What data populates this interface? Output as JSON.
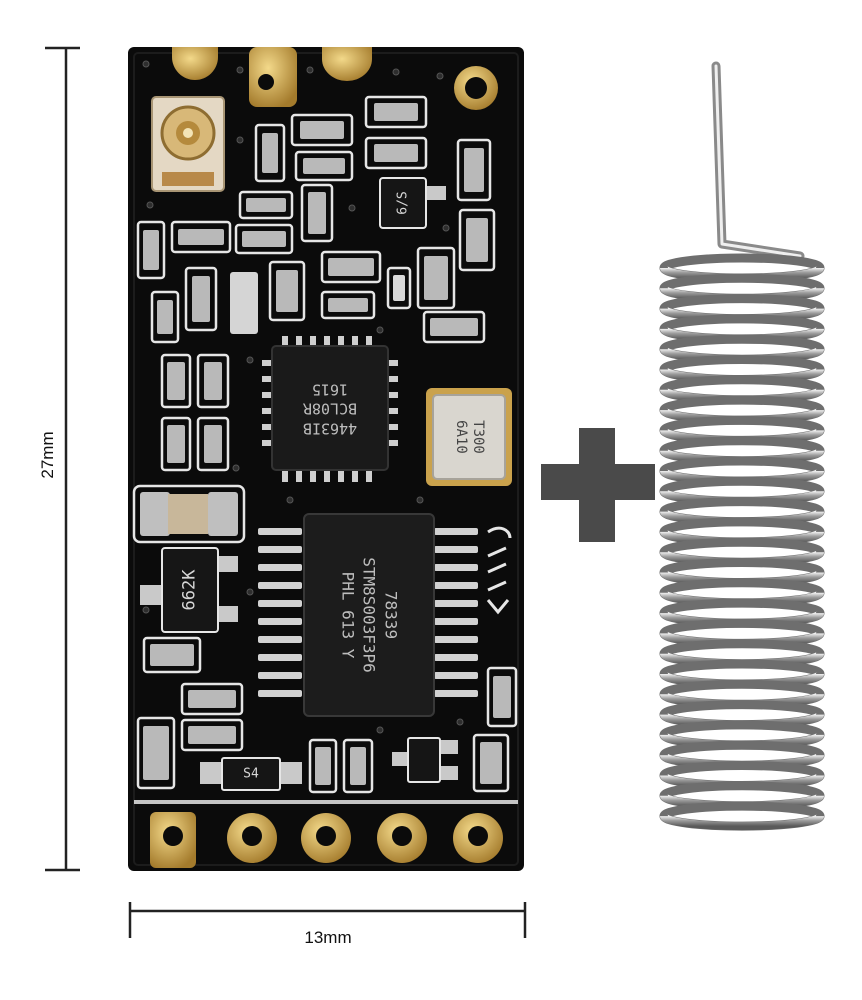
{
  "dimensions": {
    "height_label": "27mm",
    "width_label": "13mm"
  },
  "board": {
    "mcu_marking_lines": [
      "4463IB",
      "BCL08R",
      "1615"
    ],
    "crystal_marking_lines": [
      "T300",
      "6A10"
    ],
    "lower_chip_marking_lines": [
      "78339",
      "STM8S003F3P6",
      "PHL 613 Y"
    ],
    "transistor_marking": "662K",
    "diode_marking": "S4",
    "regulator_marking": "6/S"
  },
  "colors": {
    "pcb": "#0a0a0a",
    "silkscreen": "#e8e8e8",
    "gold_pad": "#c9a24a",
    "antenna_steel": "#b5b5b5",
    "plus_sign": "#4a4a4a",
    "dimension_lines": "#222222"
  }
}
